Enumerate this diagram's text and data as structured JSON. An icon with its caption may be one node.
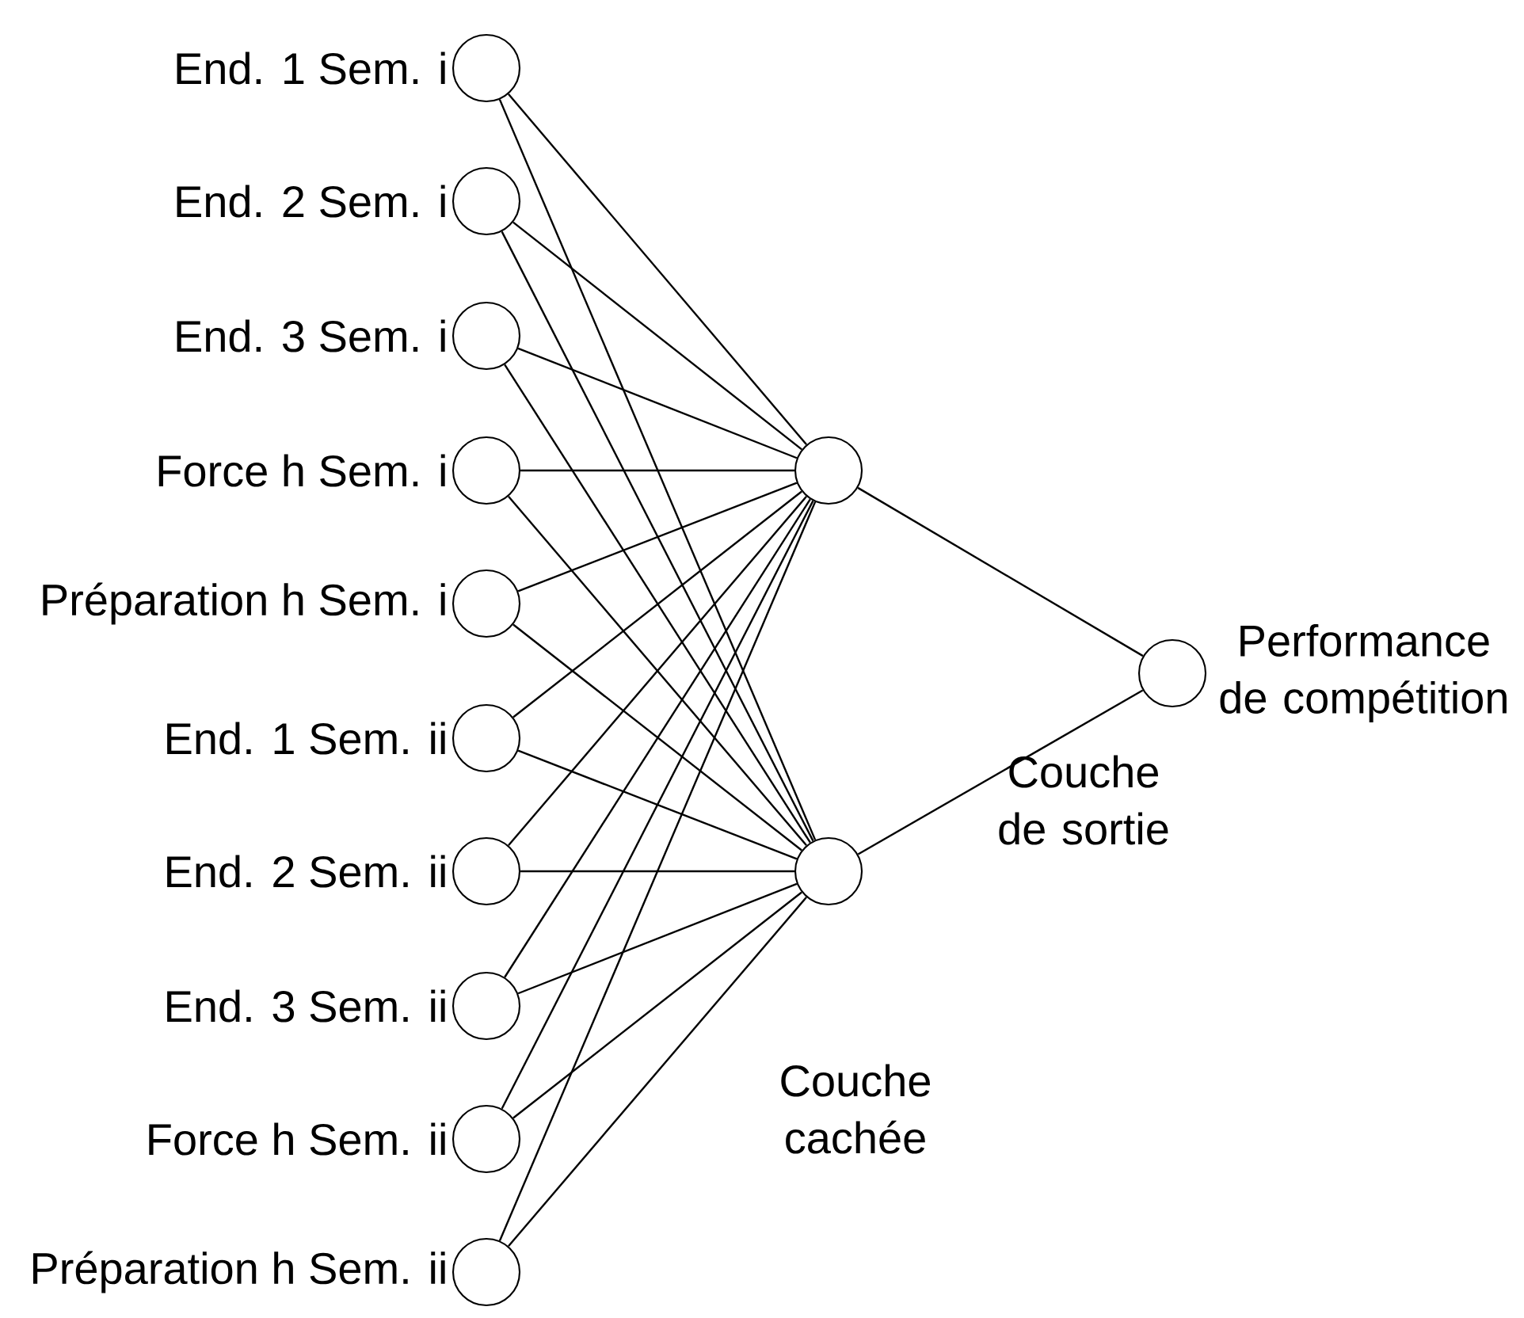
{
  "diagram": {
    "nodes": [
      {
        "text": [
          "End. 1 Sem. i"
        ]
      },
      {
        "text": [
          "End. 2 Sem. i"
        ]
      },
      {
        "text": [
          "End. 3 Sem. i"
        ]
      },
      {
        "text": [
          "Force h Sem. i"
        ]
      },
      {
        "text": [
          "Préparation h Sem. i"
        ]
      },
      {
        "text": [
          "End. 1 Sem. ii"
        ]
      },
      {
        "text": [
          "End. 2 Sem. ii"
        ]
      },
      {
        "text": [
          "End. 3 Sem. ii"
        ]
      },
      {
        "text": [
          "Force h Sem. ii"
        ]
      },
      {
        "text": [
          "Préparation h Sem. ii"
        ]
      },
      {
        "text": [],
        "shape": "circle"
      },
      {
        "text": [],
        "shape": "circle"
      },
      {
        "text": [
          "Performance de compétition"
        ]
      }
    ],
    "edges": [
      {
        "from": 0,
        "to": 10,
        "arrow": "none"
      },
      {
        "from": 0,
        "to": 11,
        "arrow": "none"
      },
      {
        "from": 1,
        "to": 10,
        "arrow": "none"
      },
      {
        "from": 1,
        "to": 11,
        "arrow": "none"
      },
      {
        "from": 2,
        "to": 10,
        "arrow": "none"
      },
      {
        "from": 2,
        "to": 11,
        "arrow": "none"
      },
      {
        "from": 3,
        "to": 10,
        "arrow": "none"
      },
      {
        "from": 3,
        "to": 11,
        "arrow": "none"
      },
      {
        "from": 4,
        "to": 10,
        "arrow": "none"
      },
      {
        "from": 4,
        "to": 11,
        "arrow": "none"
      },
      {
        "from": 5,
        "to": 10,
        "arrow": "none"
      },
      {
        "from": 5,
        "to": 11,
        "arrow": "none"
      },
      {
        "from": 6,
        "to": 10,
        "arrow": "none"
      },
      {
        "from": 6,
        "to": 11,
        "arrow": "none"
      },
      {
        "from": 7,
        "to": 10,
        "arrow": "none"
      },
      {
        "from": 7,
        "to": 11,
        "arrow": "none"
      },
      {
        "from": 8,
        "to": 10,
        "arrow": "none"
      },
      {
        "from": 8,
        "to": 11,
        "arrow": "none"
      },
      {
        "from": 9,
        "to": 10,
        "arrow": "none"
      },
      {
        "from": 9,
        "to": 11,
        "arrow": "none"
      },
      {
        "from": 10,
        "to": 12,
        "arrow": "none"
      },
      {
        "from": 11,
        "to": 12,
        "arrow": "none"
      }
    ],
    "labels": [
      "Couche de sortie",
      "Couche cachée"
    ]
  }
}
